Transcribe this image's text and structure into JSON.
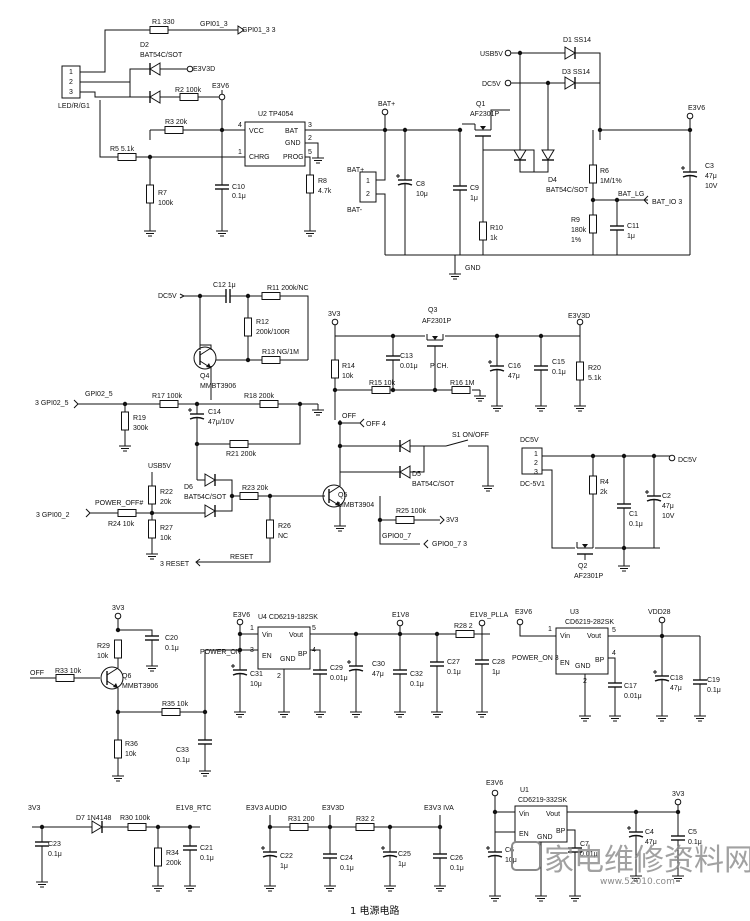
{
  "caption": "1 电源电路",
  "watermark": {
    "text": "家电维修资料网",
    "url": "www.52010.com"
  },
  "blocks": {
    "charger": {
      "R1": "R1 330",
      "gpio1": "GPI01_3",
      "gpio1_ref": "GPI01_3 3",
      "D2": "D2",
      "D2_part": "BAT54C/SOT",
      "e3v3d": "E3V3D",
      "e3v6": "E3V6",
      "R2": "R2 100k",
      "R3": "R3 20k",
      "R5": "R5 5.1k",
      "led_pins": [
        "1",
        "2",
        "3"
      ],
      "led_label": "LED/R/G1",
      "U2": "U2 TP4054",
      "pin_vcc": "VCC",
      "pin_bat": "BAT",
      "pin_gnd": "GND",
      "pin_chrg": "CHRG",
      "pin_prog": "PROG",
      "pn4": "4",
      "pn3": "3",
      "pn2": "2",
      "pn1": "1",
      "pn5": "5",
      "R7": "R7",
      "R7v": "100k",
      "C10": "C10",
      "C10v": "0.1μ",
      "R8": "R8",
      "R8v": "4.7k",
      "bat_plus": "BAT+",
      "bat_conn_plus": "BAT+",
      "bat_conn_minus": "BAT-",
      "bat_pin1": "1",
      "bat_pin2": "2",
      "C8": "C8",
      "C8v": "10μ",
      "C9": "C9",
      "C9v": "1μ",
      "gnd": "GND",
      "Q1": "Q1",
      "Q1_part": "AF2301P",
      "R10": "R10",
      "R10v": "1k",
      "usb5v": "USB5V",
      "dc5v": "DC5V",
      "D1": "D1 SS14",
      "D3": "D3 SS14",
      "D4": "D4",
      "D4_part": "BAT54C/SOT",
      "e3v6_out": "E3V6",
      "R6": "R6",
      "R6v": "1M/1%",
      "R9": "R9",
      "R9v": "180k",
      "R9t": "1%",
      "C11": "C11",
      "C11v": "1μ",
      "C3": "C3",
      "C3v": "47μ",
      "C3t": "10V",
      "bat_lg": "BAT_LG",
      "bat_io": "BAT_IO 3"
    },
    "power_switch": {
      "dc5v": "DC5V",
      "C12": "C12 1μ",
      "R11": "R11 200k/NC",
      "R12": "R12",
      "R12v": "200k/100R",
      "R13": "R13 NG/1M",
      "Q4": "Q4",
      "Q4_part": "MMBT3906",
      "gpio2": "GPI02_5",
      "gpio2_ref": "3 GPI02_5",
      "R17": "R17 100k",
      "R18": "R18 200k",
      "R19": "R19",
      "R19v": "300k",
      "C14": "C14",
      "C14v": "47μ/10V",
      "R21": "R21 200k",
      "usb5v": "USB5V",
      "R22": "R22",
      "R22v": "20k",
      "D6": "D6",
      "D6_part": "BAT54C/SOT",
      "power_off": "POWER_OFF#",
      "gpio0": "3 GPI00_2",
      "R24": "R24 10k",
      "R23": "R23 20k",
      "R27": "R27",
      "R27v": "10k",
      "R26": "R26",
      "R26v": "NC",
      "reset_ref": "3 RESET",
      "reset": "RESET",
      "v3v3": "3V3",
      "Q3": "Q3",
      "Q3_part": "AF2301P",
      "e3v3d": "E3V3D",
      "R14": "R14",
      "R14v": "10k",
      "C13": "C13",
      "C13v": "0.01μ",
      "pch": "P CH.",
      "C16": "C16",
      "C16v": "47μ",
      "C15": "C15",
      "C15v": "0.1μ",
      "R20": "R20",
      "R20v": "5.1k",
      "R15": "R15 10k",
      "R16": "R16 1M",
      "off": "OFF",
      "off_ref": "OFF 4",
      "S1": "S1 ON/OFF",
      "D5": "D5",
      "D5_part": "BAT54C/SOT",
      "Q5": "Q5",
      "Q5_part": "MMBT3904",
      "R25": "R25 100k",
      "v3v3_b": "3V3",
      "gpio7": "GPIO0_7",
      "gpio7_ref": "GPIO0_7 3"
    },
    "dc_input": {
      "dc5v": "DC5V",
      "dc5v_out": "DC5V",
      "pins": [
        "1",
        "2",
        "3"
      ],
      "conn": "DC-5V1",
      "R4": "R4",
      "R4v": "2k",
      "C1": "C1",
      "C1v": "0.1μ",
      "C2": "C2",
      "C2v": "47μ",
      "C2t": "10V",
      "Q2": "Q2",
      "Q2_part": "AF2301P"
    },
    "power_on": {
      "v3v3": "3V3",
      "R29": "R29",
      "R29v": "10k",
      "C20": "C20",
      "C20v": "0.1μ",
      "off": "OFF",
      "R33": "R33 10k",
      "Q6": "Q6",
      "Q6_part": "MMBT3906",
      "R35": "R35 10k",
      "R36": "R36",
      "R36v": "10k",
      "C33": "C33",
      "C33v": "0.1μ",
      "power_on": "POWER_ON"
    },
    "reg_u4": {
      "e3v6": "E3V6",
      "U4": "U4 CD6219-182SK",
      "vin": "Vin",
      "vout": "Vout",
      "en": "EN",
      "gnd": "GND",
      "bp": "BP",
      "p1": "1",
      "p2": "2",
      "p3": "3",
      "p4": "4",
      "p5": "5",
      "e1v8": "E1V8",
      "e1v8_plla": "E1V8_PLLA",
      "R28": "R28 2",
      "C31": "C31",
      "C31v": "10μ",
      "C29": "C29",
      "C29v": "0.01μ",
      "C30": "C30",
      "C30v": "47μ",
      "C32": "C32",
      "C32v": "0.1μ",
      "C27": "C27",
      "C27v": "0.1μ",
      "C28": "C28",
      "C28v": "1μ"
    },
    "reg_u3": {
      "e3v6": "E3V6",
      "U3": "U3",
      "part": "CD6219-282SK",
      "vdd28": "VDD28",
      "vin": "Vin",
      "vout": "Vout",
      "en": "EN",
      "gnd": "GND",
      "bp": "BP",
      "power_on": "POWER_ON 3",
      "p1": "1",
      "p2": "2",
      "p4": "4",
      "p5": "5",
      "C17": "C17",
      "C17v": "0.01μ",
      "C18": "C18",
      "C18v": "47μ",
      "C19": "C19",
      "C19v": "0.1μ"
    },
    "rtc": {
      "v3v3": "3V3",
      "D7": "D7 1N4148",
      "R30": "R30 100k",
      "e1v8_rtc": "E1V8_RTC",
      "C23": "C23",
      "C23v": "0.1μ",
      "R34": "R34",
      "R34v": "200k",
      "C21": "C21",
      "C21v": "0.1μ"
    },
    "audio": {
      "e3v3_audio": "E3V3 AUDIO",
      "e3v3d": "E3V3D",
      "e3v3_iva": "E3V3 IVA",
      "R31": "R31 200",
      "R32": "R32 2",
      "C22": "C22",
      "C22v": "1μ",
      "C24": "C24",
      "C24v": "0.1μ",
      "C25": "C25",
      "C25v": "1μ",
      "C26": "C26",
      "C26v": "0.1μ"
    },
    "reg_u1": {
      "e3v6": "E3V6",
      "U1": "U1",
      "part": "CD6219-332SK",
      "v3v3": "3V3",
      "vin": "Vin",
      "vout": "Vout",
      "en": "EN",
      "gnd": "GND",
      "bp": "BP",
      "C6": "C6",
      "C6v": "10μ",
      "C7": "C7",
      "C7v": "0.01μ",
      "C4": "C4",
      "C4v": "47μ",
      "C5": "C5",
      "C5v": "0.1μ"
    }
  }
}
